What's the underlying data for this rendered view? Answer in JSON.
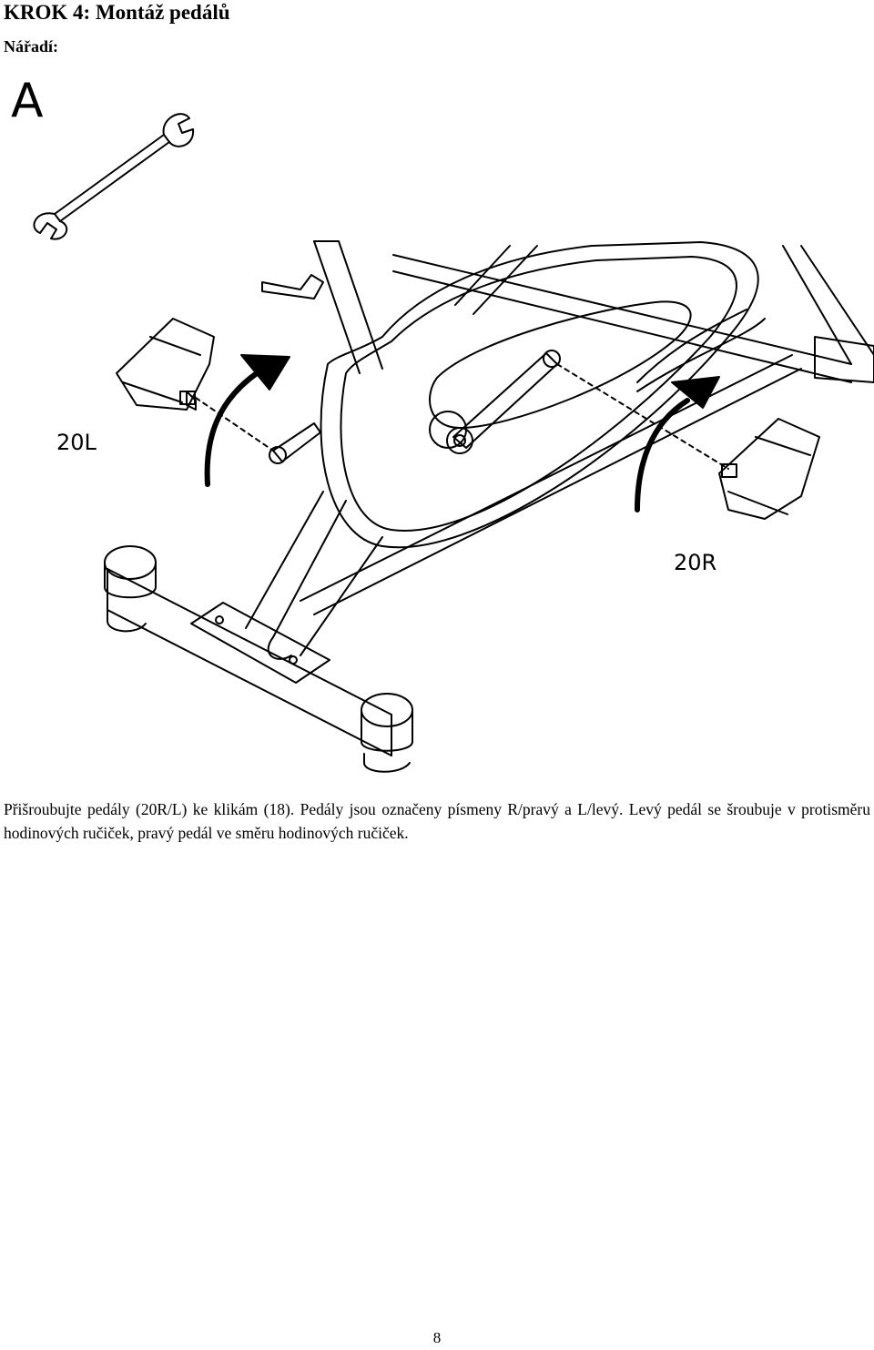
{
  "header": {
    "title": "KROK 4: Montáž pedálů",
    "tools_label": "Nářadí:"
  },
  "figure": {
    "tool_letter": "A",
    "label_left_pedal": "20L",
    "label_right_pedal": "20R"
  },
  "body": {
    "instructions": "Přišroubujte pedály (20R/L) ke klikám (18). Pedály jsou označeny písmeny R/pravý a L/levý. Levý pedál se šroubuje v protisměru hodinových ručiček, pravý pedál ve směru hodinových ručiček."
  },
  "footer": {
    "page_number": "8"
  }
}
